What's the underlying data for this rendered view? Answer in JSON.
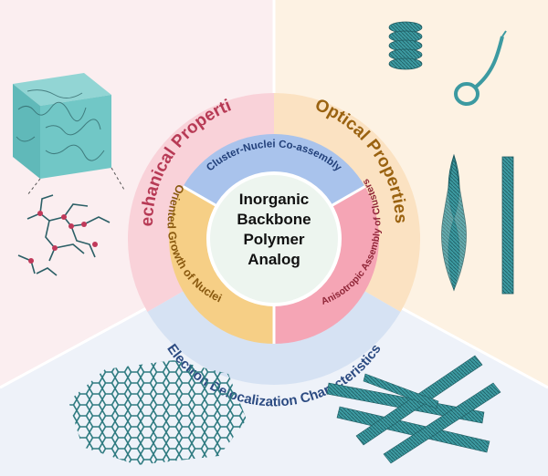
{
  "center": {
    "lines": [
      "Inorganic",
      "Backbone",
      "Polymer",
      "Analog"
    ]
  },
  "outer_ring": {
    "mechanical": "Mechanical Properties",
    "optical": "Optical Properties",
    "electron": "Electron Delocalization Characteristics"
  },
  "inner_ring": {
    "top": "Cluster-Nuclei Co-assembly",
    "left": "Oriented Growth of Nuclei",
    "right": "Anisotropic Assembly of Clusters"
  },
  "colors": {
    "bg_left": "#fbeef0",
    "bg_right": "#fdf2e3",
    "bg_bottom": "#eef2f9",
    "outer_mechanical": "#f9d2d9",
    "outer_optical": "#fbe2c2",
    "outer_electron": "#d6e2f3",
    "inner_top": "#a9c3ec",
    "inner_left": "#f6cf86",
    "inner_right": "#f5a5b5",
    "center": "#edf5ef",
    "text_mechanical": "#b73a55",
    "text_optical": "#9a6210",
    "text_electron": "#2c4b82",
    "text_inner_top": "#22407a",
    "text_inner_left": "#8a5a10",
    "text_inner_right": "#8f2436",
    "structure_teal": "#2e8a92",
    "structure_dark": "#1f5c62"
  },
  "icons": {
    "top_left": "nanocube-icon",
    "mid_left": "cluster-network-icon",
    "top_right_1": "helix-ribbon-icon",
    "top_right_2": "twisted-coil-ribbon-icon",
    "mid_right_1": "twisted-ribbon-icon",
    "mid_right_2": "straight-nanowire-icon",
    "bottom_left": "honeycomb-sheet-icon",
    "bottom_right": "crossed-nanowires-icon"
  }
}
